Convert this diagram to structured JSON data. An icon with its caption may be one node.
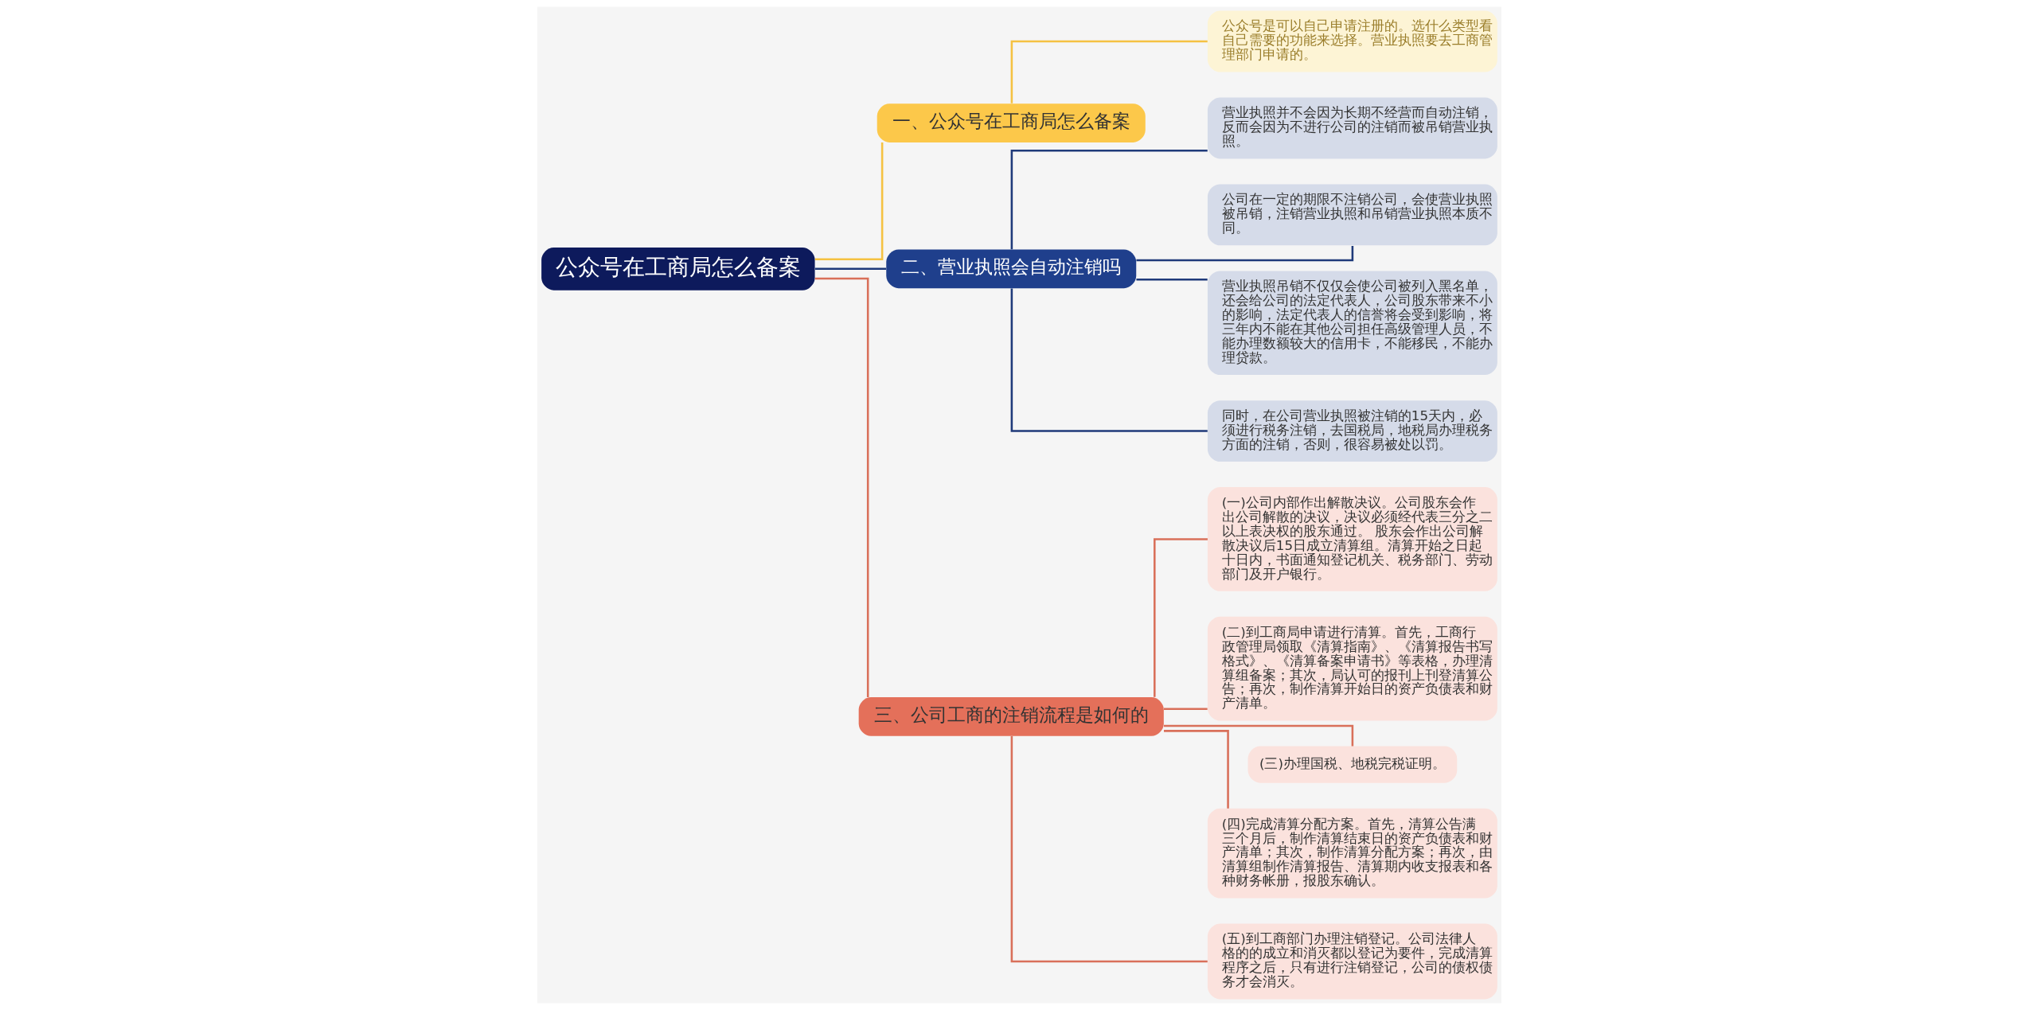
{
  "diagram": {
    "nodes": [
      {
        "text": [
          "公众号在工商局怎么备案"
        ]
      },
      {
        "text": [
          "一、公众号在工商局怎么备案"
        ]
      },
      {
        "text": [
          "公众号是可以自己申请注册的。选什么类型看自己需要的功能来选择。营业执照要去工商管理部门申请的。"
        ]
      },
      {
        "text": [
          "二、营业执照会自动注销吗"
        ]
      },
      {
        "text": [
          "营业执照并不会因为长期不经营而自动注销，反而会因为不进行公司的注销而被吊销营业执照。"
        ]
      },
      {
        "text": [
          "公司在一定的期限不注销公司，会使营业执照被吊销，注销营业执照和吊销营业执照本质不同。"
        ]
      },
      {
        "text": [
          "营业执照吊销不仅仅会使公司被列入黑名单，还会给公司的法定代表人，公司股东带来不小的影响，法定代表人的信誉将会受到影响，将三年内不能在其他公司担任高级管理人员，不能办理数额较大的信用卡，不能移民，不能办理贷款。"
        ]
      },
      {
        "text": [
          "同时，在公司营业执照被注销的15天内，必须进行税务注销，去国税局，地税局办理税务方面的注销，否则，很容易被处以罚。"
        ]
      },
      {
        "text": [
          "三、公司工商的注销流程是如何的"
        ]
      },
      {
        "text": [
          "(一)公司内部作出解散决议。公司股东会作出公司解散的决议，决议必须经代表三分之二以上表决权的股东通过。 股东会作出公司解散决议后15日成立清算组。清算开始之日起十日内，书面通知登记机关、税务部门、劳动部门及开户银行。"
        ]
      },
      {
        "text": [
          "(二)到工商局申请进行清算。首先，工商行政管理局领取《清算指南》、《清算报告书写格式》、《清算备案申请书》等表格，办理清算组备案；其次，局认可的报刊上刊登清算公告；再次，制作清算开始日的资产负债表和财产清单。"
        ]
      },
      {
        "text": [
          "(三)办理国税、地税完税证明。"
        ]
      },
      {
        "text": [
          "(四)完成清算分配方案。首先，清算公告满三个月后，制作清算结束日的资产负债表和财产清单；其次，制作清算分配方案；再次，由清算组制作清算报告、清算期内收支报表和各种财务帐册，报股东确认。"
        ]
      },
      {
        "text": [
          "(五)到工商部门办理注销登记。公司法律人格的的成立和消灭都以登记为要件，完成清算程序之后，只有进行注销登记，公司的债权债务才会消灭。"
        ]
      }
    ],
    "edges": [
      {
        "from": 0,
        "to": 1,
        "arrow": "none",
        "color": "#f5c242"
      },
      {
        "from": 1,
        "to": 2,
        "arrow": "none",
        "color": "#f5c242"
      },
      {
        "from": 0,
        "to": 3,
        "arrow": "none",
        "color": "#1f3a7a"
      },
      {
        "from": 3,
        "to": 4,
        "arrow": "none",
        "color": "#1f3a7a"
      },
      {
        "from": 3,
        "to": 5,
        "arrow": "none",
        "color": "#1f3a7a"
      },
      {
        "from": 3,
        "to": 6,
        "arrow": "none",
        "color": "#1f3a7a"
      },
      {
        "from": 3,
        "to": 7,
        "arrow": "none",
        "color": "#1f3a7a"
      },
      {
        "from": 0,
        "to": 8,
        "arrow": "none",
        "color": "#d9705a"
      },
      {
        "from": 8,
        "to": 9,
        "arrow": "none",
        "color": "#d9705a"
      },
      {
        "from": 8,
        "to": 10,
        "arrow": "none",
        "color": "#d9705a"
      },
      {
        "from": 8,
        "to": 11,
        "arrow": "none",
        "color": "#d9705a"
      },
      {
        "from": 8,
        "to": 12,
        "arrow": "none",
        "color": "#d9705a"
      },
      {
        "from": 8,
        "to": 13,
        "arrow": "none",
        "color": "#d9705a"
      }
    ]
  }
}
